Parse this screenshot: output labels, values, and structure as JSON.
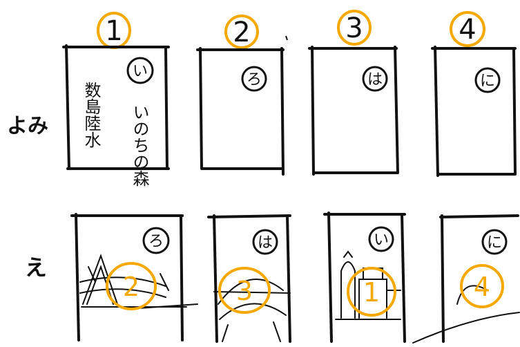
{
  "colors": {
    "ink": "#111111",
    "highlight": "#f5a800",
    "paper": "#ffffff"
  },
  "column_numbers": [
    "1",
    "2",
    "3",
    "4"
  ],
  "row_labels": {
    "yomi": "よみ",
    "e": "え"
  },
  "yomi_cards": [
    {
      "mark": "い",
      "text_right": "いのちの森",
      "text_left": "数島陸水"
    },
    {
      "mark": "ろ"
    },
    {
      "mark": "は"
    },
    {
      "mark": "に"
    }
  ],
  "e_cards": [
    {
      "mark": "ろ",
      "number": "2",
      "art": "tent-and-bridge-sketch"
    },
    {
      "mark": "は",
      "number": "3",
      "art": "globe-sketch"
    },
    {
      "mark": "い",
      "number": "1",
      "art": "buildings-sketch"
    },
    {
      "mark": "に",
      "number": "4",
      "art": "hill-sketch"
    }
  ]
}
